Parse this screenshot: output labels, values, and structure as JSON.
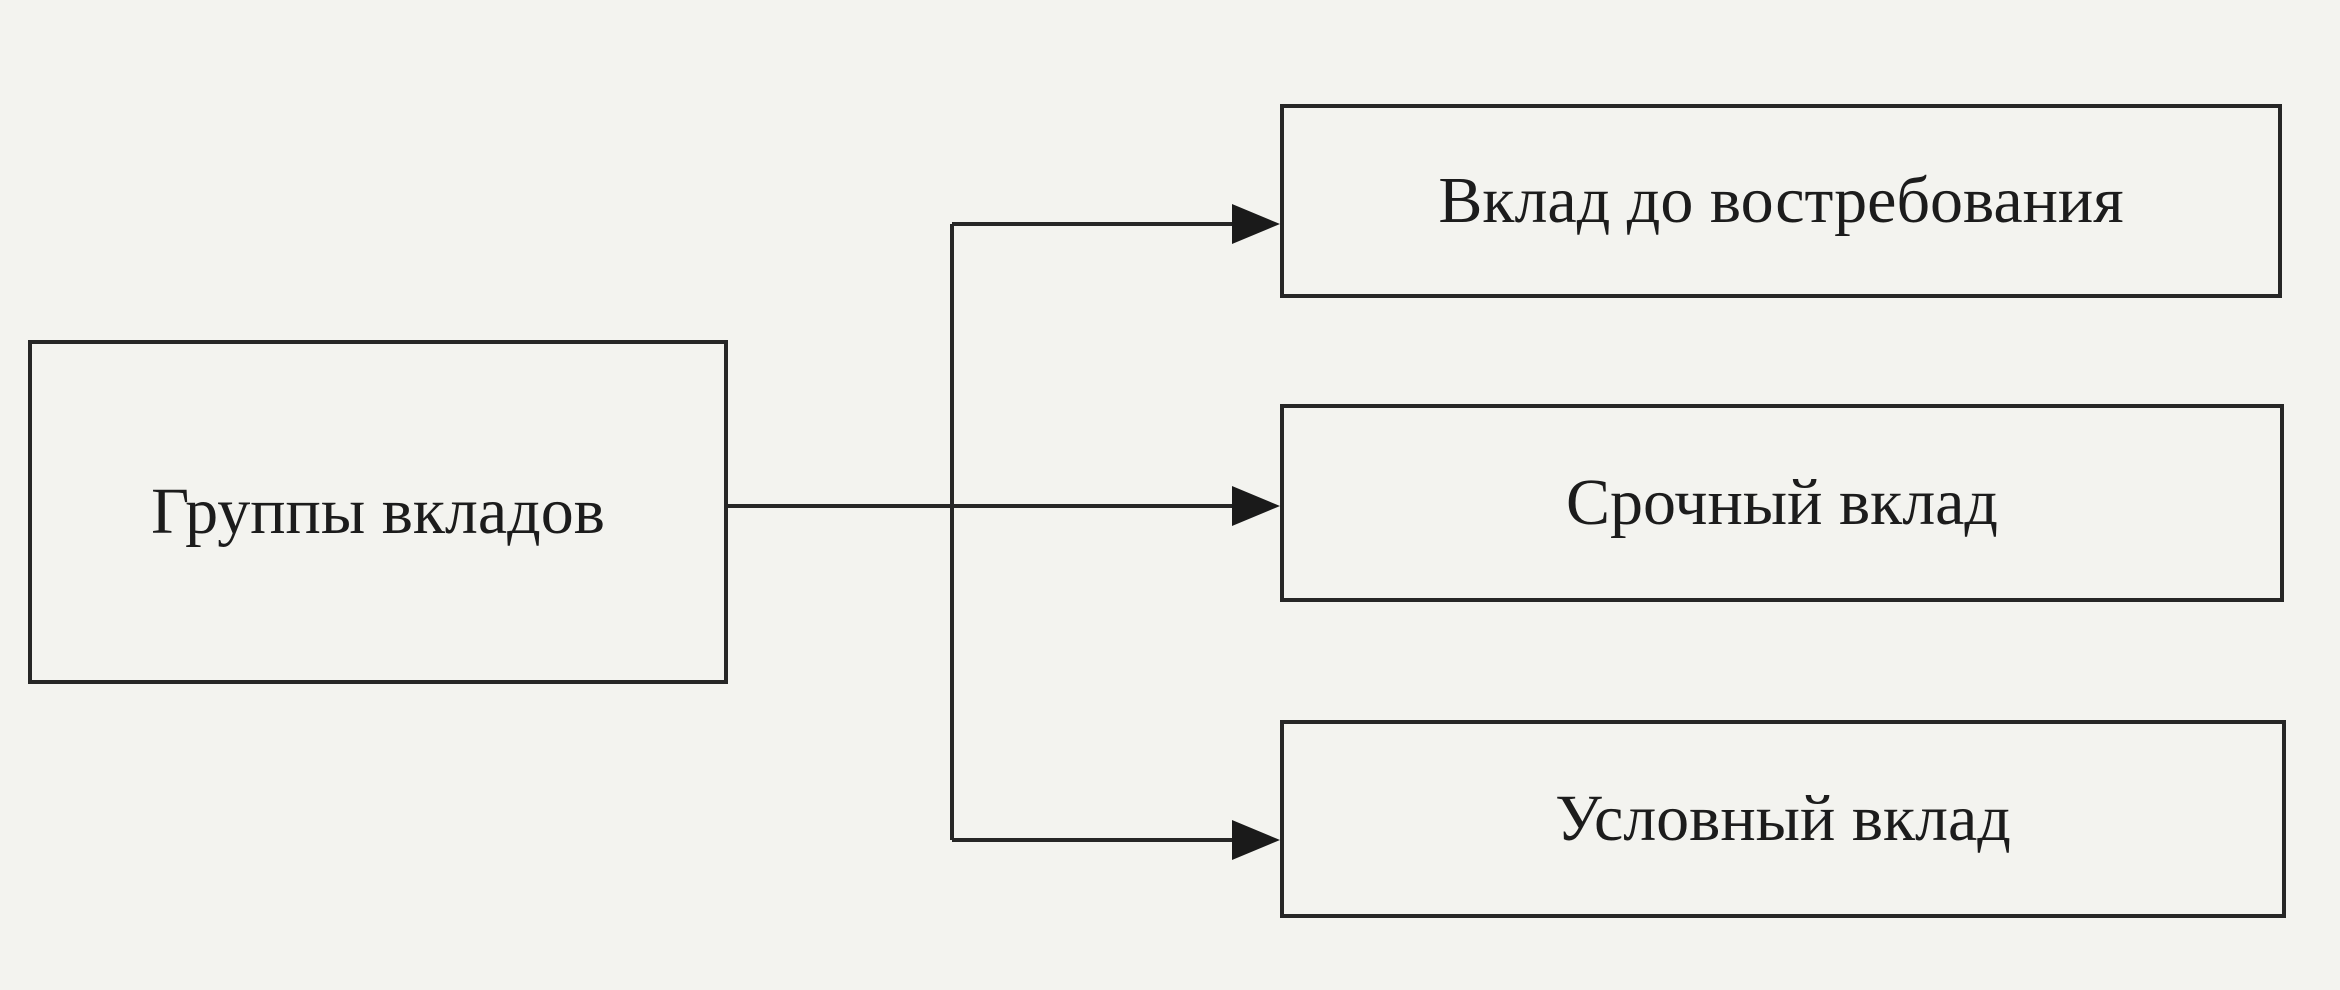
{
  "diagram": {
    "root": {
      "label": "Группы вкладов"
    },
    "children": [
      {
        "label": "Вклад до востребования"
      },
      {
        "label": "Срочный вклад"
      },
      {
        "label": "Условный вклад"
      }
    ]
  }
}
